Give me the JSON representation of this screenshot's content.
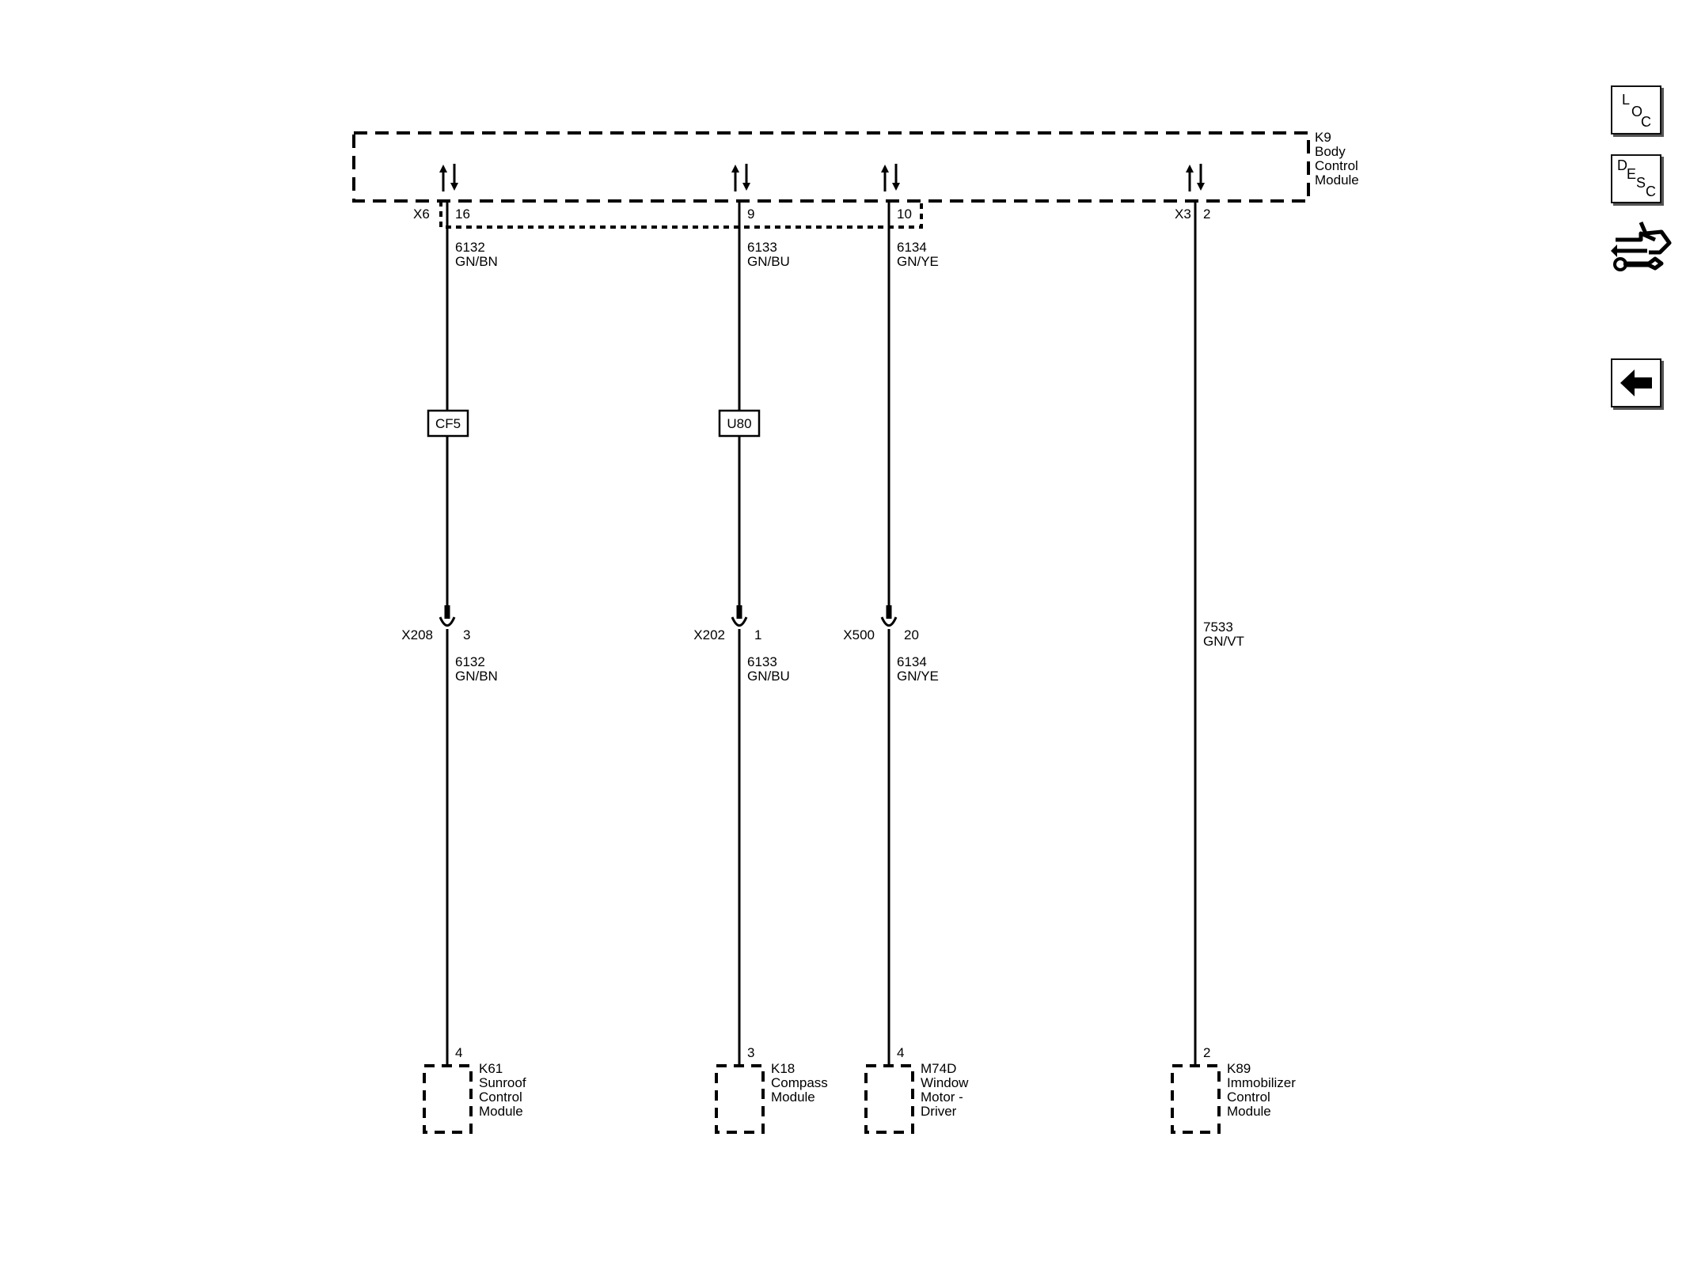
{
  "toolbar": {
    "loc": [
      "L",
      "O",
      "C"
    ],
    "desc": [
      "D",
      "E",
      "S",
      "C"
    ]
  },
  "bcm": {
    "lines": [
      "K9",
      "Body",
      "Control",
      "Module"
    ]
  },
  "connectors": {
    "x6": "X6",
    "x3": "X3"
  },
  "circuits": [
    {
      "pin_top": "16",
      "wire": "6132",
      "color": "GN/BN",
      "inline": "CF5",
      "conn": "X208",
      "conn_pin": "3",
      "wire2": "6132",
      "color2": "GN/BN",
      "pin_bottom": "4",
      "module": [
        "K61",
        "Sunroof",
        "Control",
        "Module"
      ]
    },
    {
      "pin_top": "9",
      "wire": "6133",
      "color": "GN/BU",
      "inline": "U80",
      "conn": "X202",
      "conn_pin": "1",
      "wire2": "6133",
      "color2": "GN/BU",
      "pin_bottom": "3",
      "module": [
        "K18",
        "Compass",
        "Module"
      ]
    },
    {
      "pin_top": "10",
      "wire": "6134",
      "color": "GN/YE",
      "conn": "X500",
      "conn_pin": "20",
      "wire2": "6134",
      "color2": "GN/YE",
      "pin_bottom": "4",
      "module": [
        "M74D",
        "Window",
        "Motor -",
        "Driver"
      ]
    },
    {
      "pin_top": "2",
      "wire": "7533",
      "color": "GN/VT",
      "pin_bottom": "2",
      "module": [
        "K89",
        "Immobilizer",
        "Control",
        "Module"
      ]
    }
  ]
}
